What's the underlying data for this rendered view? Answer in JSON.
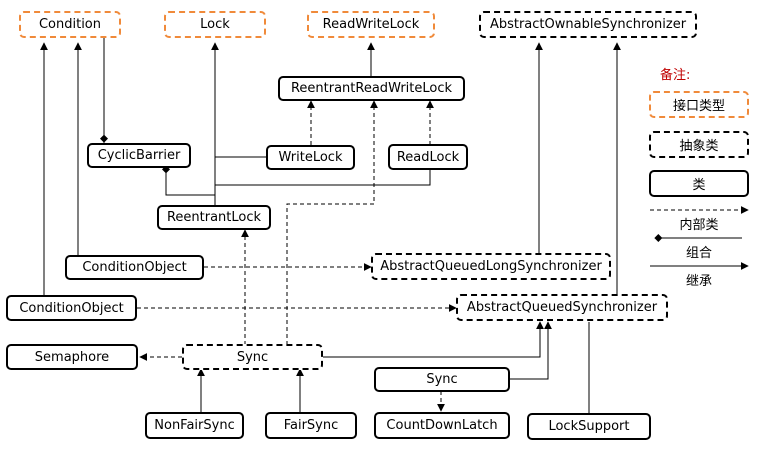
{
  "nodes": {
    "condition": "Condition",
    "lock": "Lock",
    "read_write_lock": "ReadWriteLock",
    "abstract_ownable_synchronizer": "AbstractOwnableSynchronizer",
    "reentrant_read_write_lock": "ReentrantReadWriteLock",
    "cyclic_barrier": "CyclicBarrier",
    "write_lock": "WriteLock",
    "read_lock": "ReadLock",
    "reentrant_lock": "ReentrantLock",
    "condition_object_1": "ConditionObject",
    "abstract_queued_long_synchronizer": "AbstractQueuedLongSynchronizer",
    "condition_object_2": "ConditionObject",
    "abstract_queued_synchronizer": "AbstractQueuedSynchronizer",
    "semaphore": "Semaphore",
    "sync_semaphore": "Sync",
    "sync_latch": "Sync",
    "non_fair_sync": "NonFairSync",
    "fair_sync": "FairSync",
    "count_down_latch": "CountDownLatch",
    "lock_support": "LockSupport"
  },
  "legend": {
    "title": "备注:",
    "interface_type": "接口类型",
    "abstract_class": "抽象类",
    "class": "类",
    "inner_class": "内部类",
    "composition": "组合",
    "inheritance": "继承"
  },
  "colors": {
    "interface_border": "#f08a3a",
    "legend_title": "#c00000",
    "line": "#000000"
  }
}
